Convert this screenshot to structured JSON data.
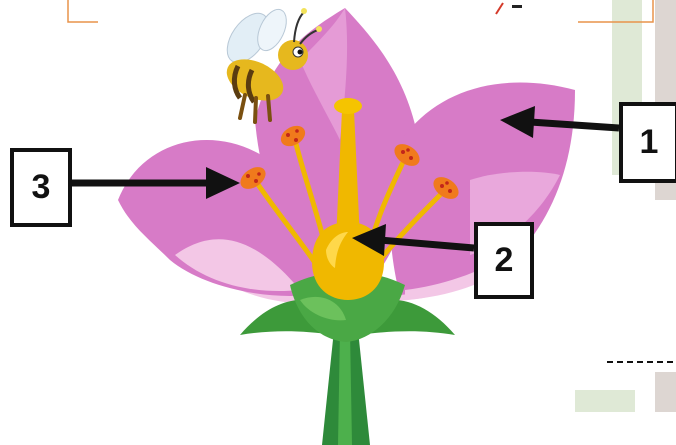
{
  "labels": {
    "one": "1",
    "two": "2",
    "three": "3"
  },
  "colors": {
    "petal": "#d77bc7",
    "petal_light": "#f3c7e6",
    "petal_shadow": "#b55aa6",
    "pistil": "#f0b800",
    "anther": "#f07a1c",
    "sepal": "#3d9a3a",
    "stem": "#2e8a3a",
    "arrow": "#111111",
    "frame_orange": "#e8944a",
    "deco_green": "#dfe9d6",
    "deco_gray": "#d8d0cc"
  },
  "icons": [
    "bee-icon",
    "flower-icon"
  ]
}
